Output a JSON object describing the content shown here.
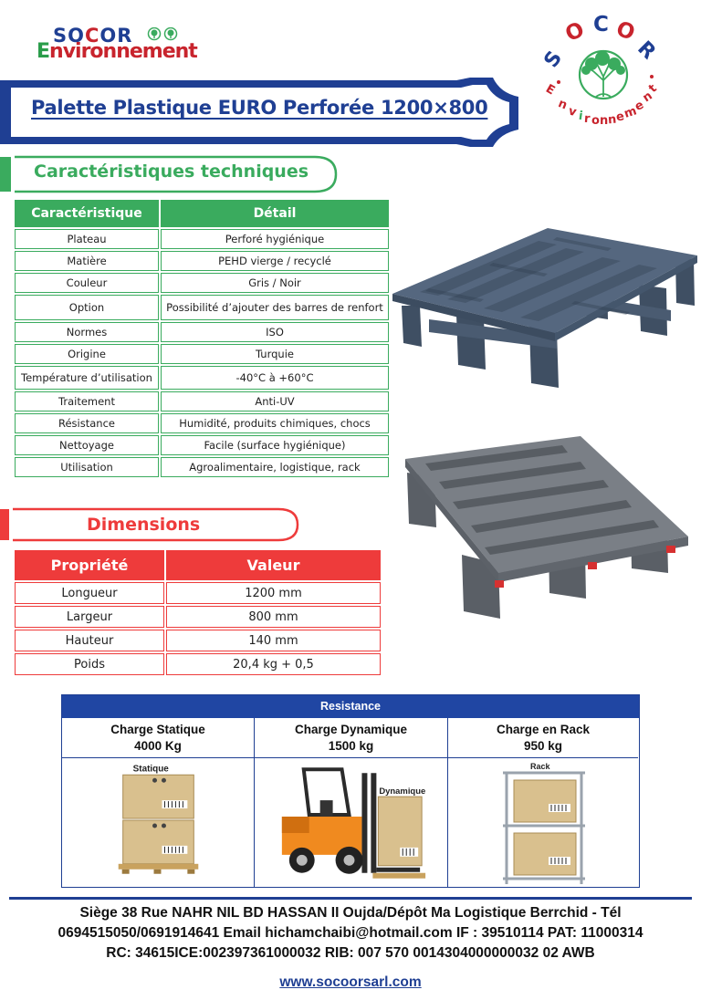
{
  "logo": {
    "line1": "SOCOR",
    "line2": "Environnement",
    "round_top": "SOCOR",
    "round_bottom": "Environnement"
  },
  "title": "Palette Plastique EURO Perforée 1200×800",
  "tech": {
    "heading": "Caractéristiques techniques",
    "col1": "Caractéristique",
    "col2": "Détail",
    "rows": [
      {
        "k": "Plateau",
        "v": "Perforé hygiénique"
      },
      {
        "k": "Matière",
        "v": "PEHD vierge / recyclé"
      },
      {
        "k": "Couleur",
        "v": "Gris / Noir"
      },
      {
        "k": "Option",
        "v": "Possibilité d’ajouter des barres de renfort"
      },
      {
        "k": "Normes",
        "v": "ISO"
      },
      {
        "k": "Origine",
        "v": "Turquie"
      },
      {
        "k": "Température d’utilisation",
        "v": "-40°C à +60°C"
      },
      {
        "k": "Traitement",
        "v": "Anti-UV"
      },
      {
        "k": "Résistance",
        "v": "Humidité, produits chimiques, chocs"
      },
      {
        "k": "Nettoyage",
        "v": "Facile (surface hygiénique)"
      },
      {
        "k": "Utilisation",
        "v": "Agroalimentaire, logistique, rack"
      }
    ]
  },
  "dims": {
    "heading": "Dimensions",
    "col1": "Propriété",
    "col2": "Valeur",
    "rows": [
      {
        "k": "Longueur",
        "v": "1200 mm"
      },
      {
        "k": "Largeur",
        "v": "800 mm"
      },
      {
        "k": "Hauteur",
        "v": "140 mm"
      },
      {
        "k": "Poids",
        "v": "20,4 kg + 0,5"
      }
    ]
  },
  "resistance": {
    "heading": "Resistance",
    "cols": [
      {
        "label": "Charge Statique",
        "value": "4000 Kg",
        "pic_label": "Statique"
      },
      {
        "label": "Charge Dynamique",
        "value": "1500 kg",
        "pic_label": "Dynamique"
      },
      {
        "label": "Charge en Rack",
        "value": "950 kg",
        "pic_label": "Rack"
      }
    ]
  },
  "footer": {
    "line1": "Siège 38 Rue NAHR NIL BD HASSAN II Oujda/Dépôt Ma Logistique Berrchid - Tél",
    "line2": "0694515050/0691914641 Email hichamchaibi@hotmail.com IF : 39510114 PAT: 11000314",
    "line3": "RC: 34615ICE:002397361000032 RIB: 007 570 0014304000000032 02 AWB",
    "website": "www.socoorsarl.com"
  },
  "colors": {
    "blue": "#1f3f93",
    "red": "#c8242d",
    "green": "#3aab5e",
    "dims_red": "#ee3b3b"
  }
}
